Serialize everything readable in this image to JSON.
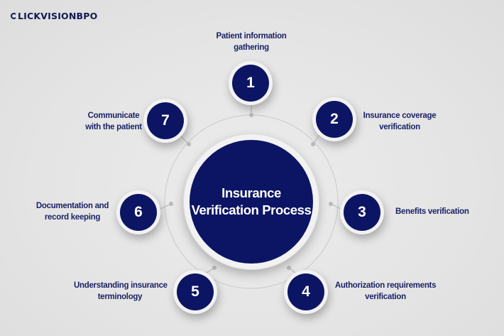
{
  "brand": {
    "logo_text": "LICKVISIONBPO",
    "logo_full": "CLICKVISIONBPO"
  },
  "colors": {
    "navy": "#0c1563",
    "label_text": "#1c2366",
    "background": "#e4e4e4",
    "rim": "#f2f2f2",
    "connector": "#c4c4c4"
  },
  "hub": {
    "line1": "Insurance",
    "line2": "Verification Process"
  },
  "steps": [
    {
      "number": "1",
      "line1": "Patient information",
      "line2": "gathering"
    },
    {
      "number": "2",
      "line1": "Insurance coverage",
      "line2": "verification"
    },
    {
      "number": "3",
      "line1": "Benefits verification",
      "line2": ""
    },
    {
      "number": "4",
      "line1": "Authorization requirements",
      "line2": "verification"
    },
    {
      "number": "5",
      "line1": "Understanding insurance",
      "line2": "terminology"
    },
    {
      "number": "6",
      "line1": "Documentation and",
      "line2": "record keeping"
    },
    {
      "number": "7",
      "line1": "Communicate",
      "line2": "with the patient"
    }
  ]
}
